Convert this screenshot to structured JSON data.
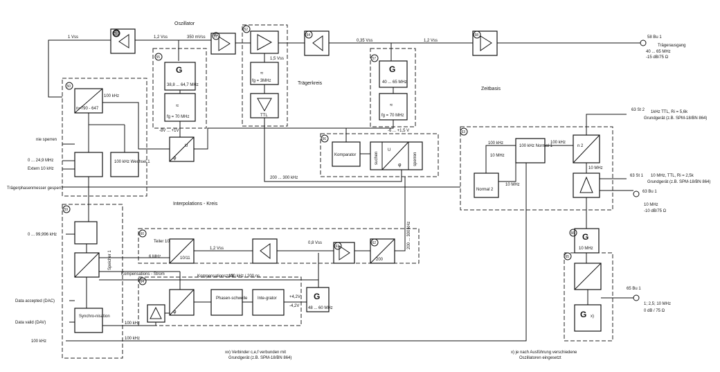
{
  "headings": {
    "oszillator": "Oszillator",
    "traegerkreis": "Trägerkreis",
    "zeitbasis": "Zeitbasis",
    "interpolation": "Interpolations - Kreis"
  },
  "left_inputs": {
    "nie_sperren": "nie sperren",
    "range": "0 ... 24,9 MHz",
    "extern": "Extern 10 kHz",
    "traeger": "Trägerphasenmesser gesperrt",
    "range2": "0 ... 99,996 kHz",
    "data_accepted": "Data accepted (DAC)",
    "data_valid": "Data valid (DAV)",
    "clk": "100 kHz"
  },
  "right_outputs": {
    "out1_conn": "58 Bu 1",
    "out1_label": "Trägerausgang",
    "out1_freq": "40 ... 65 MHz",
    "out1_level": "-15 dB/75 Ω",
    "st2_conn": "63 St 2",
    "st2_line1": "1kHz     TTL, Ri = 5,6k",
    "st2_line2": "Grundgerät (z.B. SPM-18/BN 864)",
    "st1_conn": "63 St 1",
    "st1_line1": "10 MHz, TTL, Ri = 2,5k",
    "st1_line2": "Grundgerät (z.B. SPM-18/BN 864)",
    "bu1_conn": "63 Bu 1",
    "bu1_freq": "10 MHz",
    "bu1_level": "-10 dB/75 Ω",
    "bu65_conn": "65 Bu 1",
    "bu65_freq": "1; 2,5; 10 MHz",
    "bu65_level": "0 dB / 75 Ω"
  },
  "blocks": {
    "g1_freq": "38,8 ... 64,7 MHz",
    "g1_fg": "fg = 70 MHz",
    "g2_freq": "40 ... 65 MHz",
    "g2_fg": "fg = 70 MHz",
    "tk_fg": "fg = 3MHz",
    "tk_ttl": "TTL",
    "div_top": "n=790 - 647",
    "wechsel": "100 kHz Wechsel 1",
    "komparator": "Komparator",
    "suchen": "suchen",
    "sperren": "sperren",
    "normal1": "100 kHz Normal 1",
    "normal2": "Normal 2",
    "n2": "n 2",
    "g10": "10 MHz",
    "div1011": "10/11",
    "div200": "200",
    "phasen": "Phasen-schwelle",
    "integ": "Inte-grator",
    "g_interp": "48 ... 60 MHz",
    "speicher": "Speicher 1",
    "synchro": "Synchro-nisation",
    "teiler": "Teiler 10"
  },
  "signals": {
    "v1": "1 Vss",
    "v2": "1,2 Vss",
    "v3": "350 mVss",
    "v4": "1,5 Vss",
    "v5": "0,35 Vss",
    "v6": "1,2 Vss",
    "v7": "1,2 Vss",
    "v8": "0,8 Vss",
    "vt1": "-8V ... +1V",
    "vt2": "-6 ... +1,5 V",
    "k200": "200 ... 300 kHz",
    "k100a": "100 kHz",
    "k100b": "100 kHz",
    "k100c": "100 kHz",
    "k100d": "100 kHz",
    "k100e": "100 kHz",
    "k10a": "10 MHz",
    "k10b": "10 MHz",
    "k10c": "10 MHz",
    "k6": "6 MHz",
    "kompstrom": "Kompensations - Strom",
    "kompzahl": "Kompensationszahl",
    "k100_200": "100 kHz / 200 ns",
    "v42p": "+4,2V",
    "v42n": "-4,2V",
    "k200v": "200 ... 300 kHz"
  },
  "notes": {
    "note1": "xx) Verbinder c,e,f verbunden mit",
    "note1b": "Grundgerät (z.B. SPM-18/BN 864)",
    "note2": "x) je nach Ausführung verschiedene",
    "note2b": "Oszillatoren eingesetzt"
  },
  "module_ids": [
    "53",
    "50",
    "51",
    "52",
    "55",
    "54",
    "58",
    "57",
    "56",
    "63",
    "59",
    "60",
    "61",
    "66",
    "62",
    "64",
    "65"
  ]
}
